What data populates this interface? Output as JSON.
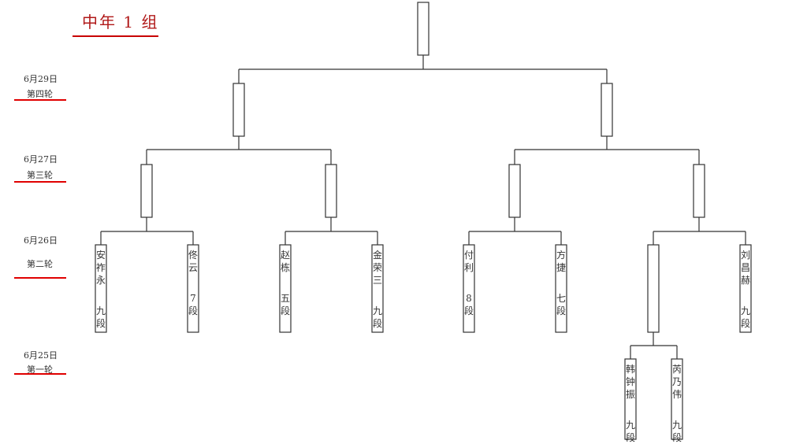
{
  "title": "中年 1 组",
  "rounds": [
    {
      "date": "6月29日",
      "name": "第四轮"
    },
    {
      "date": "6月27日",
      "name": "第三轮"
    },
    {
      "date": "6月26日",
      "name": "第二轮"
    },
    {
      "date": "6月25日",
      "name": "第一轮"
    }
  ],
  "players": [
    {
      "name": "安祚永",
      "rank": "九段"
    },
    {
      "name": "佟云",
      "rank": "7段"
    },
    {
      "name": "赵栋",
      "rank": "五段"
    },
    {
      "name": "金荣三",
      "rank": "九段"
    },
    {
      "name": "付利",
      "rank": "8段"
    },
    {
      "name": "方捷",
      "rank": "七段"
    },
    {
      "name": "刘昌赫",
      "rank": "九段"
    },
    {
      "name": "韩钟振",
      "rank": "九段"
    },
    {
      "name": "芮乃伟",
      "rank": "九段"
    }
  ],
  "colors": {
    "accent": "#e00000",
    "title": "#b01818",
    "line": "#333333"
  }
}
